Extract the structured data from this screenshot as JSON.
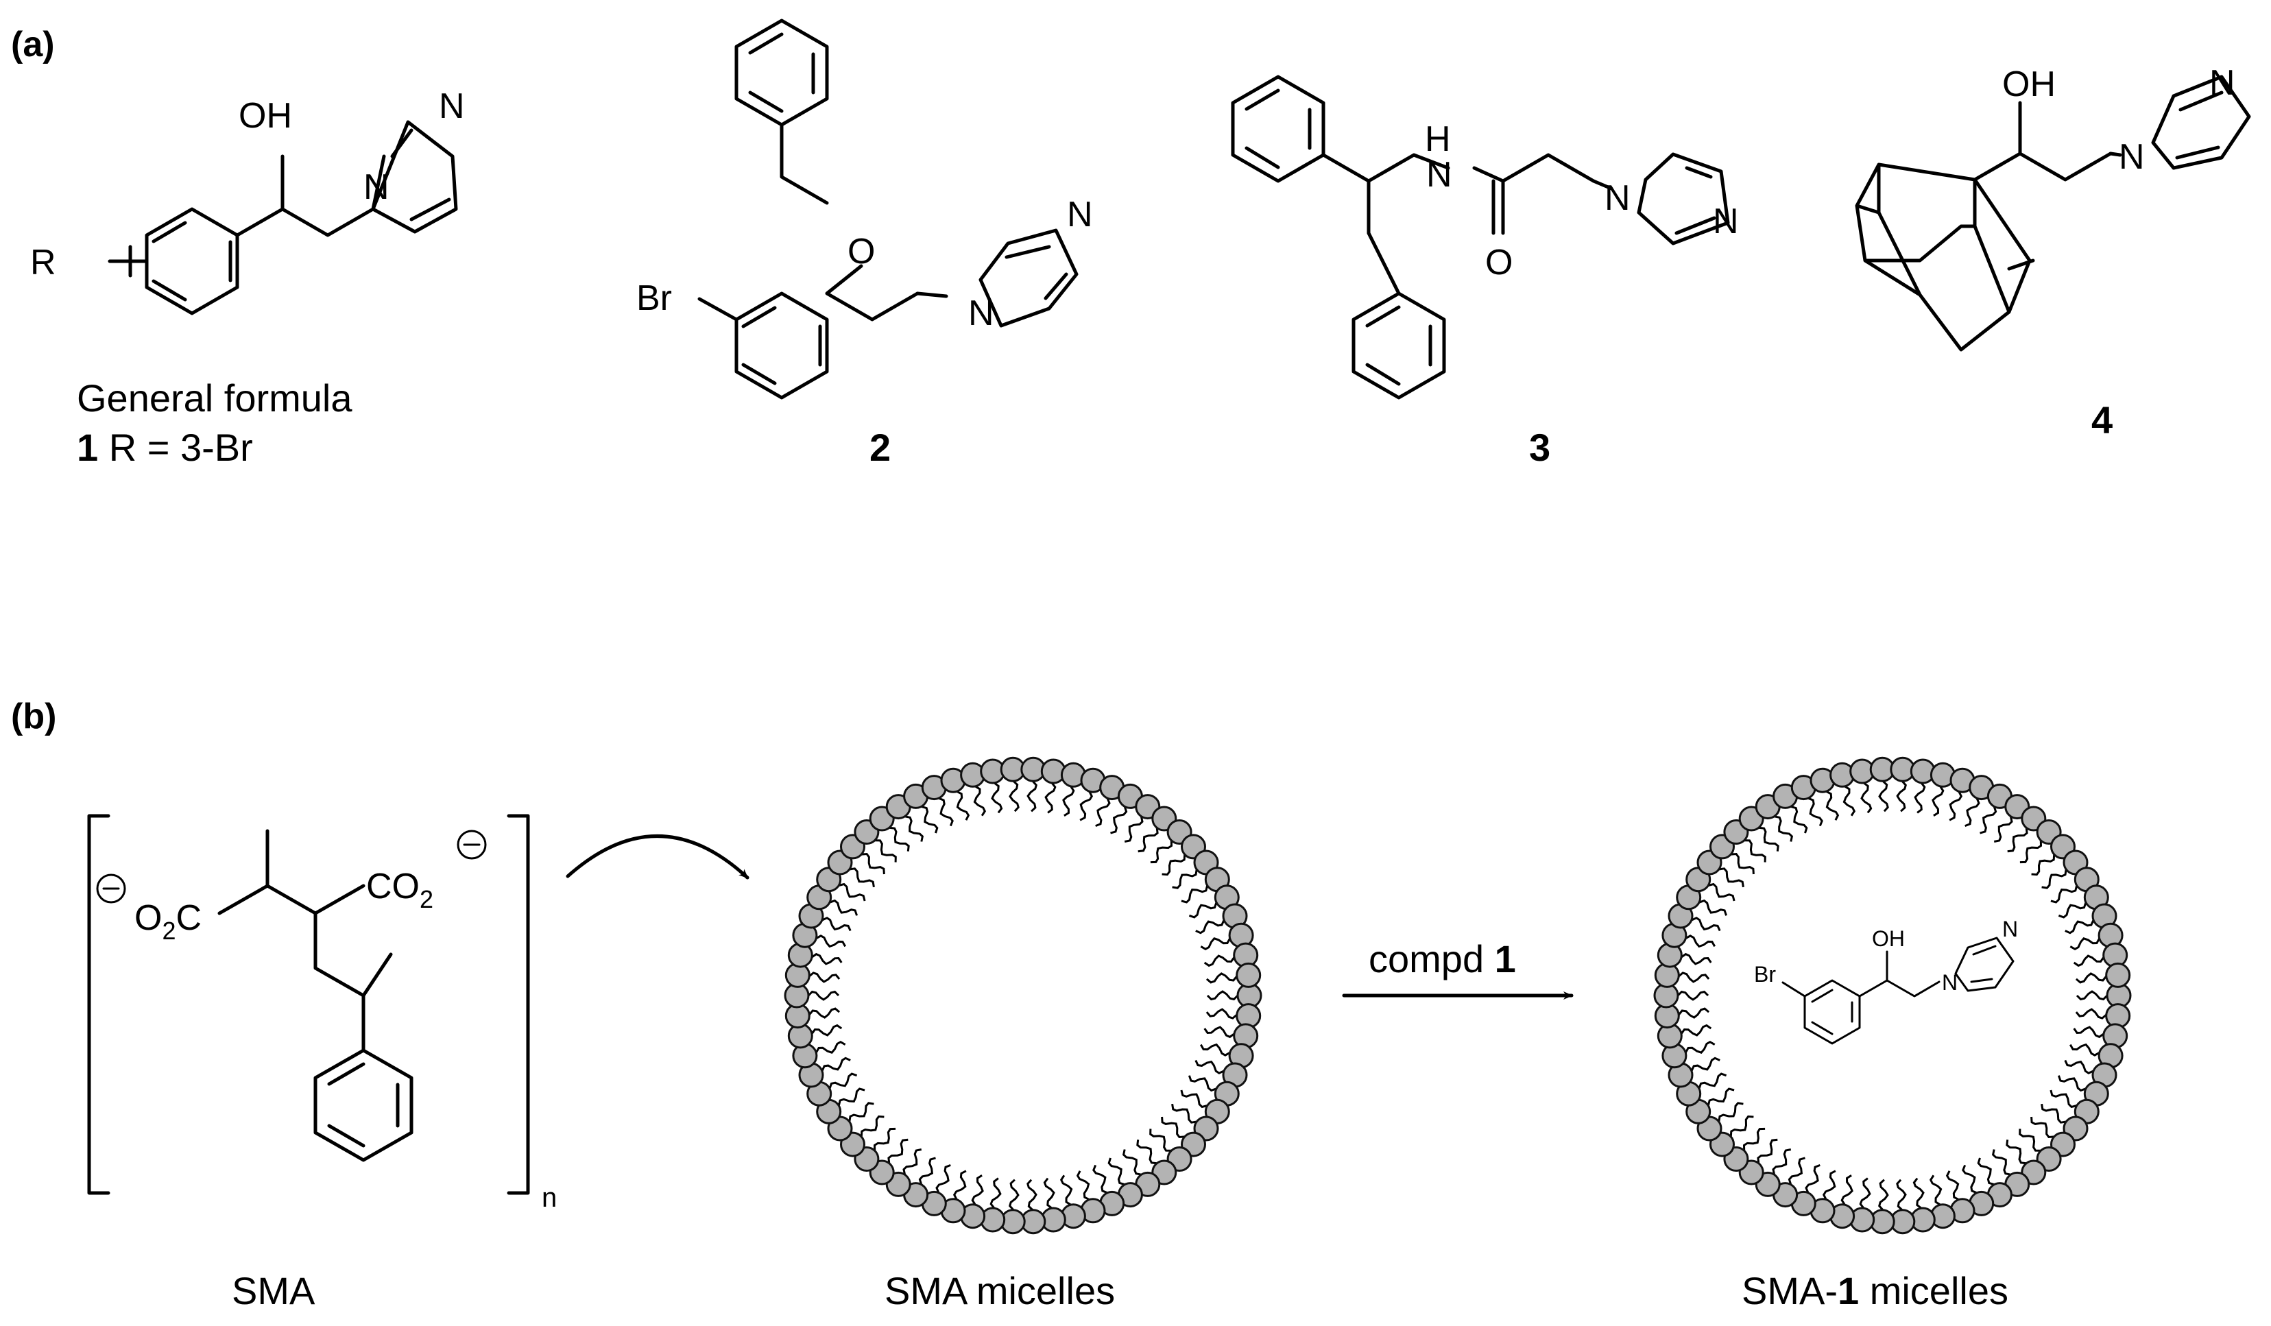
{
  "panels": {
    "a": {
      "tag": "(a)",
      "compound1": {
        "oh": "OH",
        "n": "N",
        "n1": "N",
        "r": "R",
        "caption_line1": "General formula",
        "caption_num": "1",
        "caption_rest": " R = 3-Br"
      },
      "compound2": {
        "br": "Br",
        "o": "O",
        "n": "N",
        "n1": "N",
        "number": "2"
      },
      "compound3": {
        "h": "H",
        "n_amide": "N",
        "o": "O",
        "n1": "N",
        "n": "N",
        "number": "3"
      },
      "compound4": {
        "oh": "OH",
        "n": "N",
        "n1": "N",
        "number": "4"
      }
    },
    "b": {
      "tag": "(b)",
      "sma": {
        "neg_charge": "−",
        "o2c": "O",
        "o2c_sub": "2",
        "o2c_c": "C",
        "co2": "CO",
        "co2_sub": "2",
        "subscript_n": "n",
        "label": "SMA"
      },
      "micelle_label": "SMA micelles",
      "arrow_label_prefix": "compd ",
      "arrow_label_num": "1",
      "loaded": {
        "br": "Br",
        "oh": "OH",
        "n": "N",
        "n1": "N",
        "label_prefix": "SMA-",
        "label_num": "1",
        "label_suffix": " micelles"
      }
    }
  }
}
